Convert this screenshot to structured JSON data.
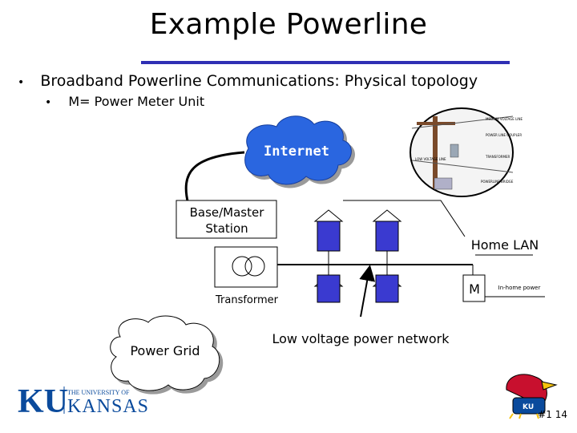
{
  "slide": {
    "title": "Example Powerline",
    "bullets": [
      "Broadband Powerline Communications: Physical topology",
      "M= Power Meter Unit"
    ],
    "page_number": "#1 14"
  },
  "diagram": {
    "internet": "Internet",
    "base_station": [
      "Base/Master",
      "Station"
    ],
    "transformer": "Transformer",
    "power_grid": "Power Grid",
    "low_voltage": "Low voltage power network",
    "home_lan": "Home LAN",
    "meter": "M",
    "in_home_power": "In-home power",
    "photo_labels": [
      "MEDIUM VOLTAGE LINE",
      "POWER LINE COUPLER",
      "LOW VOLTAGE LINE",
      "TRANSFORMER",
      "POWERLINE BRIDGE"
    ]
  },
  "logo": {
    "ku": "KU",
    "university_small": "THE UNIVERSITY OF",
    "kansas": "KANSAS",
    "mascot_ku": "KU"
  },
  "colors": {
    "accent": "#2f2fb4",
    "cloud": "#2b66e0",
    "house": "#3a3ad0",
    "ku_blue": "#0a4a9c"
  }
}
